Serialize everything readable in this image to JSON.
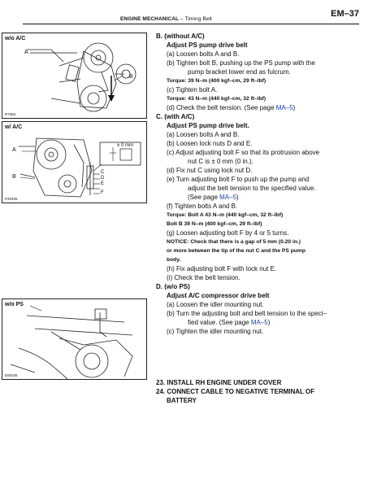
{
  "header": {
    "section": "ENGINE MECHANICAL",
    "separator": " – ",
    "subsection": "Timing Belt",
    "page": "EM–37"
  },
  "figures": [
    {
      "label": "w/o A/C",
      "code": "R7364",
      "callouts": [
        "A",
        "B"
      ]
    },
    {
      "label": "w/ A/C",
      "code": "P20405",
      "callouts": [
        "A",
        "B",
        "C",
        "D",
        "E",
        "F",
        "± 0 mm"
      ]
    },
    {
      "label": "w/o PS",
      "code": "E00106",
      "callouts": []
    }
  ],
  "content": {
    "B_title": "B. (without A/C)",
    "B_sub": "Adjust PS pump drive belt",
    "B_a": "(a) Loosen bolts A and B.",
    "B_b1": "(b) Tighten bolt B, pushing up the PS pump with the",
    "B_b2": "pump bracket lower end as fulcrum.",
    "B_torque1": "Torque: 39 N–m (400 kgf–cm, 29 ft–lbf)",
    "B_c": "(c) Tighten bolt A.",
    "B_torque2": "Torque: 43 N–m (440 kgf–cm, 32 ft–lbf)",
    "B_d_pre": "(d) Check the belt tension. (See page ",
    "B_d_link": "MA–5",
    "B_d_post": ")",
    "C_title": "C. (with A/C)",
    "C_sub": "Adjust PS pump drive belt.",
    "C_a": "(a) Loosen bolts A and B.",
    "C_b": "(b) Loosen lock nuts D and E.",
    "C_c1": "(c) Adjust adjusting bolt F so that its protrusion above",
    "C_c2": "nut C is ± 0 mm (0 in.).",
    "C_d": "(d) Fix nut C using lock nut D.",
    "C_e1": "(e) Turn adjusting bolt F to push up the pump and",
    "C_e2": "adjust the belt tension to the specified value.",
    "C_e3_pre": "(See page ",
    "C_e3_link": "MA–5",
    "C_e3_post": ")",
    "C_f": "(f) Tighten bolts A and B.",
    "C_torqueA": "Torque: Bolt A 43 N–m (440 kgf–cm, 32 ft–lbf)",
    "C_torqueB": "Bolt B 39 N–m (400 kgf–cm, 29 ft–lbf)",
    "C_g": "(g) Loosen adjusting bolt F by 4 or 5 turns.",
    "C_notice1": "NOTICE: Check that there is a gap of 5 mm (0.20 in.)",
    "C_notice2": "or more between the tip of the nut C and the PS pump",
    "C_notice3": "body.",
    "C_h": "(h) Fix adjusting bolt F with lock nut E.",
    "C_i": "(i) Check the belt tension.",
    "D_title": "D. (w/o PS)",
    "D_sub": "Adjust A/C compressor drive belt",
    "D_a": "(a) Loosen the idler mounting nut.",
    "D_b1": "(b) Turn the adjusting bolt and belt tension to the speci–",
    "D_b2_pre": "fied value. (See page ",
    "D_b2_link": "MA–5",
    "D_b2_post": ")",
    "D_c": "(c) Tighten the idler mounting nut.",
    "step23": "23. INSTALL RH ENGINE UNDER COVER",
    "step24a": "24. CONNECT CABLE TO NEGATIVE TERMINAL OF",
    "step24b": "BATTERY"
  }
}
